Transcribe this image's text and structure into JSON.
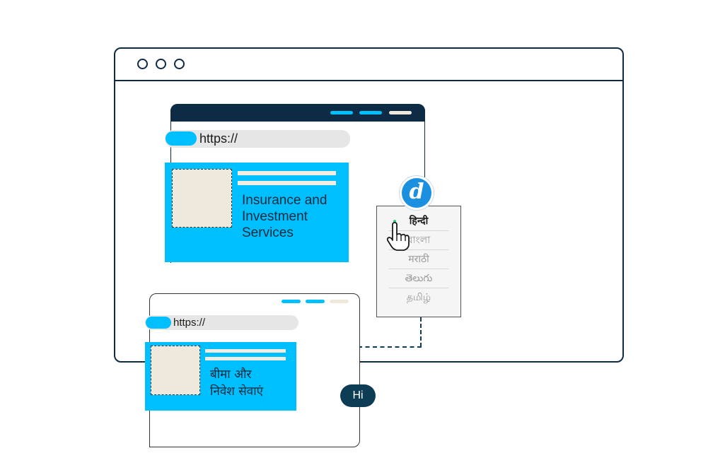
{
  "browser": {
    "window_dots": [
      "dot",
      "dot",
      "dot"
    ]
  },
  "english_site": {
    "address": "https://",
    "heading": "Insurance and Investment Services"
  },
  "language_menu": {
    "logo_letter": "d",
    "items": [
      {
        "label": "हिन्दी",
        "active": true
      },
      {
        "label": "বাংলা",
        "active": false
      },
      {
        "label": "मराठी",
        "active": false
      },
      {
        "label": "తెలుగు",
        "active": false
      },
      {
        "label": "தமிழ்",
        "active": false
      }
    ]
  },
  "hindi_site": {
    "address": "https://",
    "heading_line1": "बीमा और",
    "heading_line2": "निवेश सेवाएं"
  },
  "chat_bubble": {
    "label": "Hi"
  },
  "colors": {
    "navy": "#0d2b45",
    "accent": "#00bfff",
    "cream": "#efe8dc"
  }
}
